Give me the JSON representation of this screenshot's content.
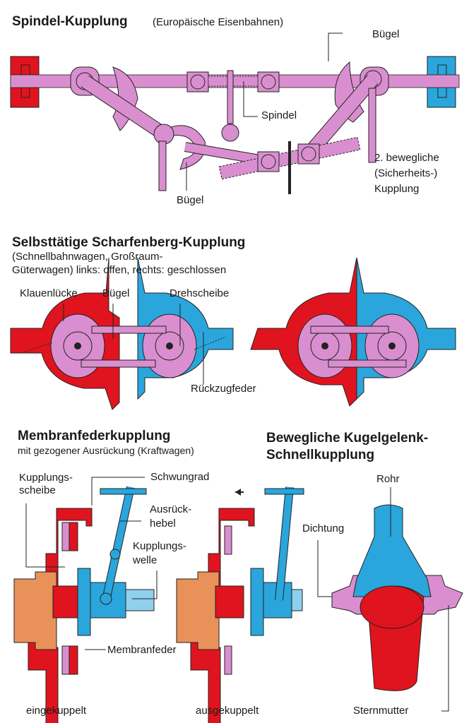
{
  "colors": {
    "pink": "#d98fcf",
    "red": "#e0141e",
    "blue": "#2aa6dc",
    "lightblue": "#8fd0ee",
    "orange": "#e8925a"
  },
  "spindel": {
    "title": "Spindel-Kupplung",
    "subtitle": "(Europäische Eisenbahnen)",
    "labels": {
      "buegel_top": "Bügel",
      "spindel": "Spindel",
      "buegel_bottom": "Bügel",
      "secondary_1": "2. bewegliche",
      "secondary_2": "(Sicherheits-)",
      "secondary_3": "Kupplung"
    }
  },
  "scharfenberg": {
    "title": "Selbsttätige Scharfenberg-Kupplung",
    "subtitle_1": "(Schnellbahnwagen, Großraum-",
    "subtitle_2": "Güterwagen) links: offen, rechts: geschlossen",
    "labels": {
      "klauenluecke": "Klauenlücke",
      "buegel": "Bügel",
      "drehscheibe": "Drehscheibe",
      "rueckzugfeder": "Rückzugfeder"
    }
  },
  "membran": {
    "title": "Membranfederkupplung",
    "subtitle": "mit gezogener Ausrückung (Kraftwagen)",
    "labels": {
      "kupplungsscheibe_1": "Kupplungs-",
      "kupplungsscheibe_2": "scheibe",
      "schwungrad": "Schwungrad",
      "ausrueck_1": "Ausrück-",
      "ausrueck_2": "hebel",
      "welle_1": "Kupplungs-",
      "welle_2": "welle",
      "membranfeder": "Membranfeder",
      "eingekuppelt": "eingekuppelt",
      "ausgekuppelt": "ausgekuppelt"
    }
  },
  "kugel": {
    "title_1": "Bewegliche Kugelgelenk-",
    "title_2": "Schnellkupplung",
    "labels": {
      "rohr": "Rohr",
      "dichtung": "Dichtung",
      "sternmutter": "Sternmutter"
    }
  }
}
